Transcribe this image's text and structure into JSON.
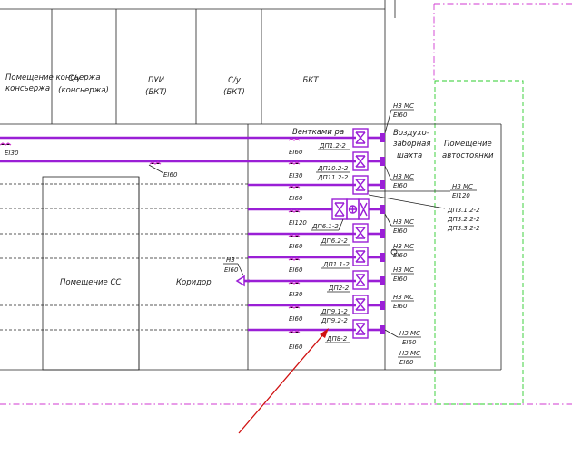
{
  "header_rooms": [
    "Помещение консьержа",
    "С/у (консьержа)",
    "ПУИ (БКТ)",
    "С/у (БКТ)",
    "БКТ"
  ],
  "rooms": {
    "ventkamera": "Вентками ра",
    "shaft": "Воздухо- заборная шахта",
    "parking": "Помещение автостоянки",
    "ss": "Помещение СС",
    "corridor": "Коридор"
  },
  "duct_ratings": [
    "EI30",
    "EI60",
    "EI60",
    "EI30",
    "EI60",
    "EI120",
    "EI60",
    "EI60",
    "EI30",
    "EI60",
    "EI60",
    "EI60"
  ],
  "damper_labels": [
    "ДП1.2-2",
    "ДП10.2-2",
    "ДП11.2-2",
    "ДП6.1-2",
    "ДП6.2-2",
    "ДП1.1-2",
    "ДП2-2",
    "ДП9.1-2",
    "ДП9.2-2",
    "ДП8-2"
  ],
  "nz_ms": "НЗ МС",
  "nz": "НЗ",
  "right_labels": [
    "НЗ МС",
    "EI120",
    "ДП3.1.2-2",
    "ДП3.2.2-2",
    "ДП3.3.2-2"
  ],
  "colors": {
    "duct": "#9a1fd6",
    "line": "#222222",
    "boundary_magenta": "#d23ad2",
    "boundary_green": "#2ecc2e",
    "arrow": "#d01010"
  }
}
